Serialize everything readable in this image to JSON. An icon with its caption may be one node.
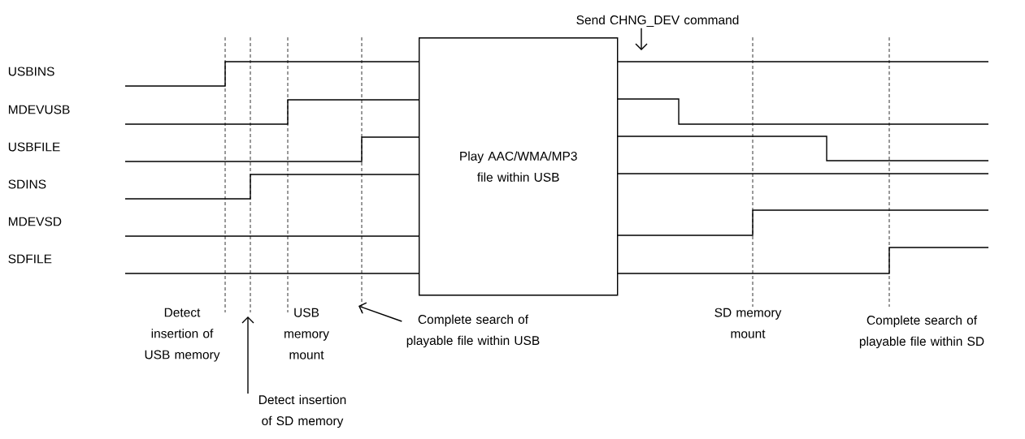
{
  "diagram": {
    "nodes": [
      {
        "text": [
          "Send CHNG_DEV command"
        ]
      },
      {
        "text": [
          "Play AAC/WMA/MP3 file within USB"
        ]
      },
      {
        "text": [
          "Detect insertion of SD memory"
        ]
      },
      {
        "text": [
          "Complete search of playable file within USB"
        ]
      }
    ],
    "edges": [
      {
        "from": 0,
        "to": null,
        "arrow": "to"
      },
      {
        "from": 2,
        "to": null,
        "arrow": "to"
      },
      {
        "from": 3,
        "to": null,
        "arrow": "to"
      }
    ],
    "labels": [
      "USBINS",
      "MDEVUSB",
      "USBFILE",
      "SDINS",
      "MDEVSD",
      "SDFILE",
      "Detect insertion of USB memory",
      "USB memory mount",
      "SD memory mount",
      "Complete search of playable file within SD"
    ]
  }
}
